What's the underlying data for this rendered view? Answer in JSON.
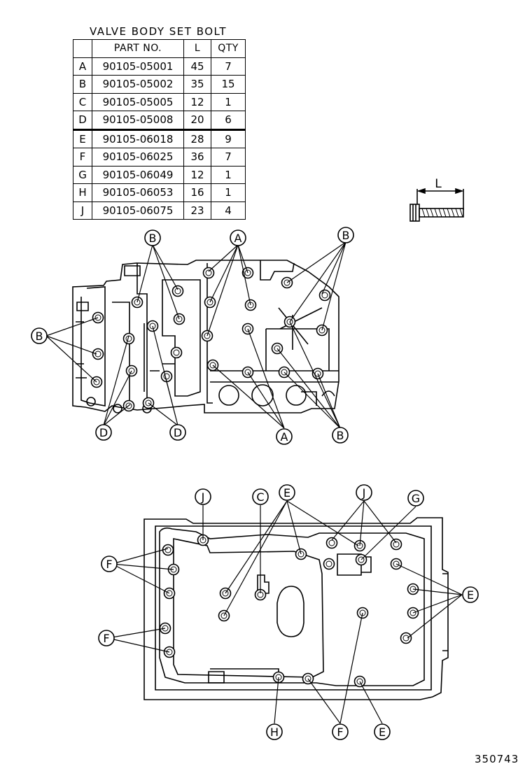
{
  "table": {
    "title": "VALVE BODY SET BOLT",
    "headers": {
      "key": "",
      "part_no": "PART NO.",
      "length": "L",
      "qty": "QTY"
    },
    "rows": [
      {
        "key": "A",
        "part_no": "90105-05001",
        "length": "45",
        "qty": "7"
      },
      {
        "key": "B",
        "part_no": "90105-05002",
        "length": "35",
        "qty": "15"
      },
      {
        "key": "C",
        "part_no": "90105-05005",
        "length": "12",
        "qty": "1"
      },
      {
        "key": "D",
        "part_no": "90105-05008",
        "length": "20",
        "qty": "6"
      },
      {
        "key": "E",
        "part_no": "90105-06018",
        "length": "28",
        "qty": "9"
      },
      {
        "key": "F",
        "part_no": "90105-06025",
        "length": "36",
        "qty": "7"
      },
      {
        "key": "G",
        "part_no": "90105-06049",
        "length": "12",
        "qty": "1"
      },
      {
        "key": "H",
        "part_no": "90105-06053",
        "length": "16",
        "qty": "1"
      },
      {
        "key": "J",
        "part_no": "90105-06075",
        "length": "23",
        "qty": "4"
      }
    ]
  },
  "bolt_sketch": {
    "dimension_label": "L"
  },
  "callouts": {
    "A": "A",
    "B": "B",
    "C": "C",
    "D": "D",
    "E": "E",
    "F": "F",
    "G": "G",
    "H": "H",
    "J": "J"
  },
  "figure_code": "350743"
}
